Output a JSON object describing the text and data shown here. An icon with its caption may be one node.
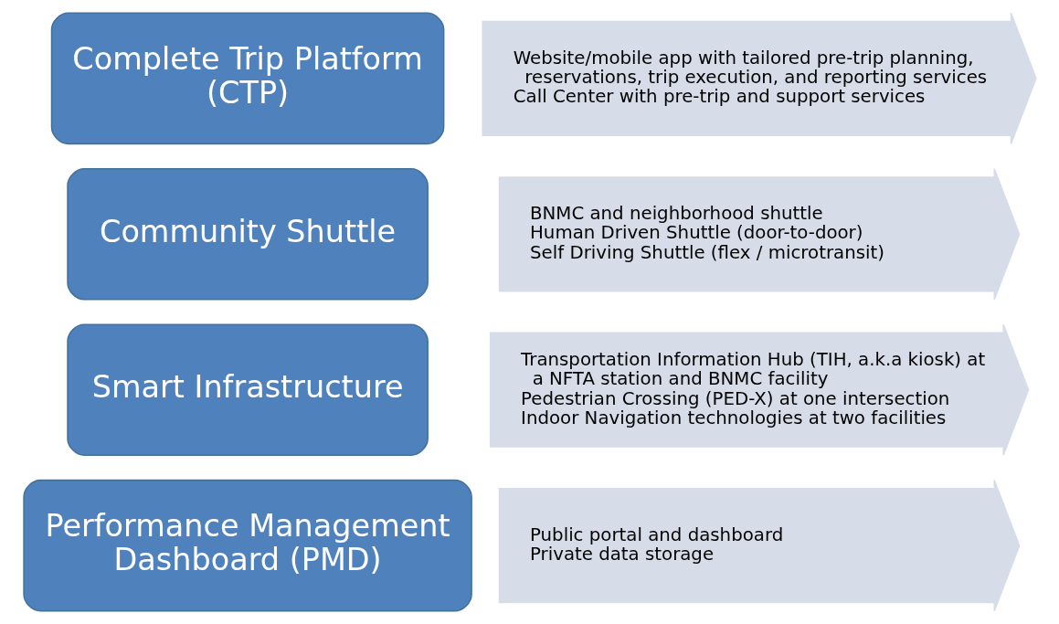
{
  "diagram": {
    "nodes": [
      {
        "text": [
          "Complete Trip Platform (CTP)"
        ]
      },
      {
        "text": [
          "Website/mobile app with tailored pre-trip planning, reservations, trip execution, and reporting services",
          "Call Center with pre-trip and support services"
        ]
      },
      {
        "text": [
          "Community Shuttle"
        ]
      },
      {
        "text": [
          "BNMC and neighborhood shuttle",
          "Human Driven Shuttle (door-to-door)",
          "Self Driving Shuttle (flex / microtransit)"
        ]
      },
      {
        "text": [
          "Smart Infrastructure"
        ]
      },
      {
        "text": [
          "Transportation Information Hub (TIH, a.k.a kiosk) at a NFTA station and BNMC facility",
          "Pedestrian Crossing (PED-X) at one intersection",
          "Indoor Navigation technologies at two facilities"
        ]
      },
      {
        "text": [
          "Performance Management Dashboard (PMD)"
        ]
      },
      {
        "text": [
          "Public portal and dashboard",
          "Private data storage"
        ]
      }
    ]
  }
}
